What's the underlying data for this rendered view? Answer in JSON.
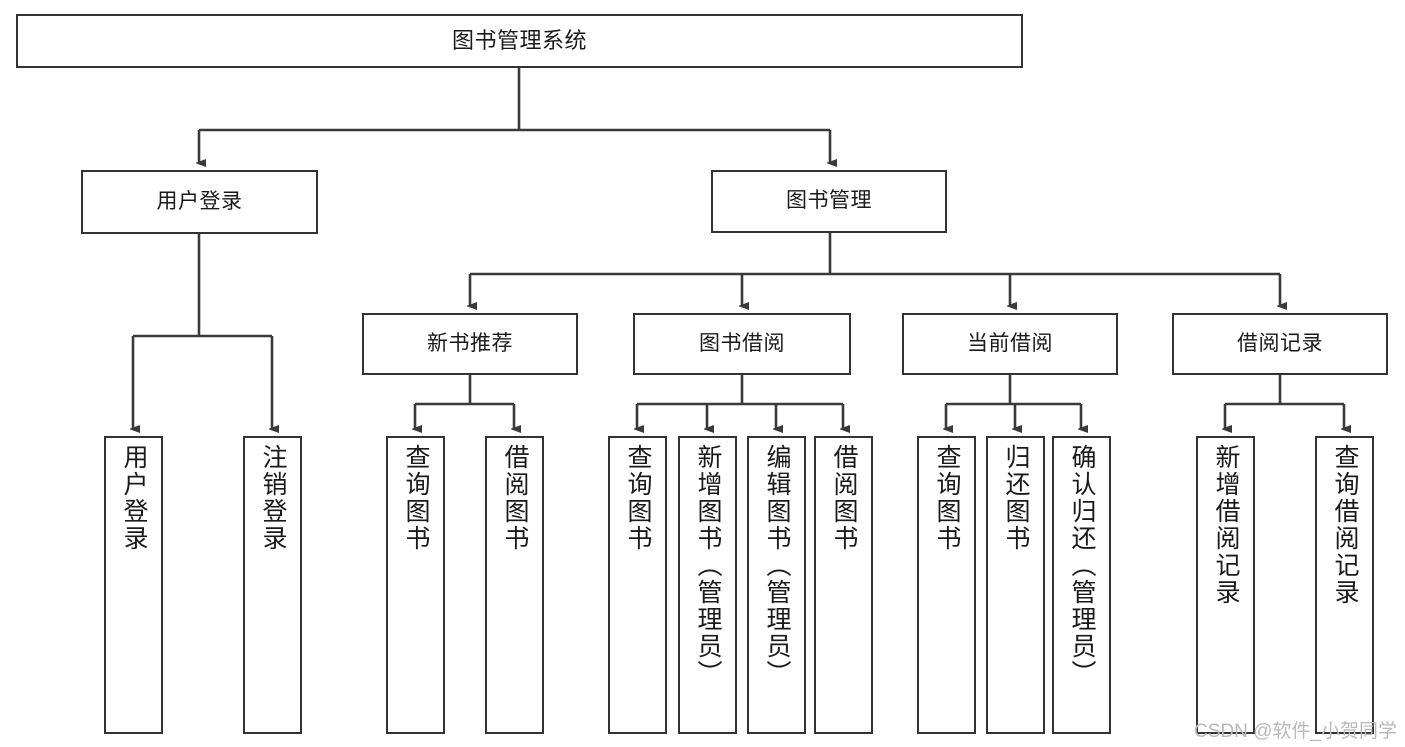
{
  "diagram": {
    "title": "图书管理系统",
    "type": "tree-hierarchy",
    "watermark": "CSDN @软件_小贺同学",
    "colors": {
      "box_border": "#333333",
      "box_fill": "#ffffff",
      "connector": "#3a3a3a",
      "text": "#1a1a1a",
      "watermark": "#b9b9b9"
    },
    "root": {
      "label": "图书管理系统"
    },
    "level1": [
      {
        "label": "用户登录"
      },
      {
        "label": "图书管理"
      }
    ],
    "level2": [
      {
        "label": "新书推荐"
      },
      {
        "label": "图书借阅"
      },
      {
        "label": "当前借阅"
      },
      {
        "label": "借阅记录"
      }
    ],
    "leaves": {
      "user_login": [
        {
          "label": "用户登录"
        },
        {
          "label": "注销登录"
        }
      ],
      "new_book_recommend": [
        {
          "label": "查询图书"
        },
        {
          "label": "借阅图书"
        }
      ],
      "book_borrow": [
        {
          "label": "查询图书"
        },
        {
          "label": "新增图书（管理员）"
        },
        {
          "label": "编辑图书（管理员）"
        },
        {
          "label": "借阅图书"
        }
      ],
      "current_borrow": [
        {
          "label": "查询图书"
        },
        {
          "label": "归还图书"
        },
        {
          "label": "确认归还（管理员）"
        }
      ],
      "borrow_record": [
        {
          "label": "新增借阅记录"
        },
        {
          "label": "查询借阅记录"
        }
      ]
    }
  }
}
